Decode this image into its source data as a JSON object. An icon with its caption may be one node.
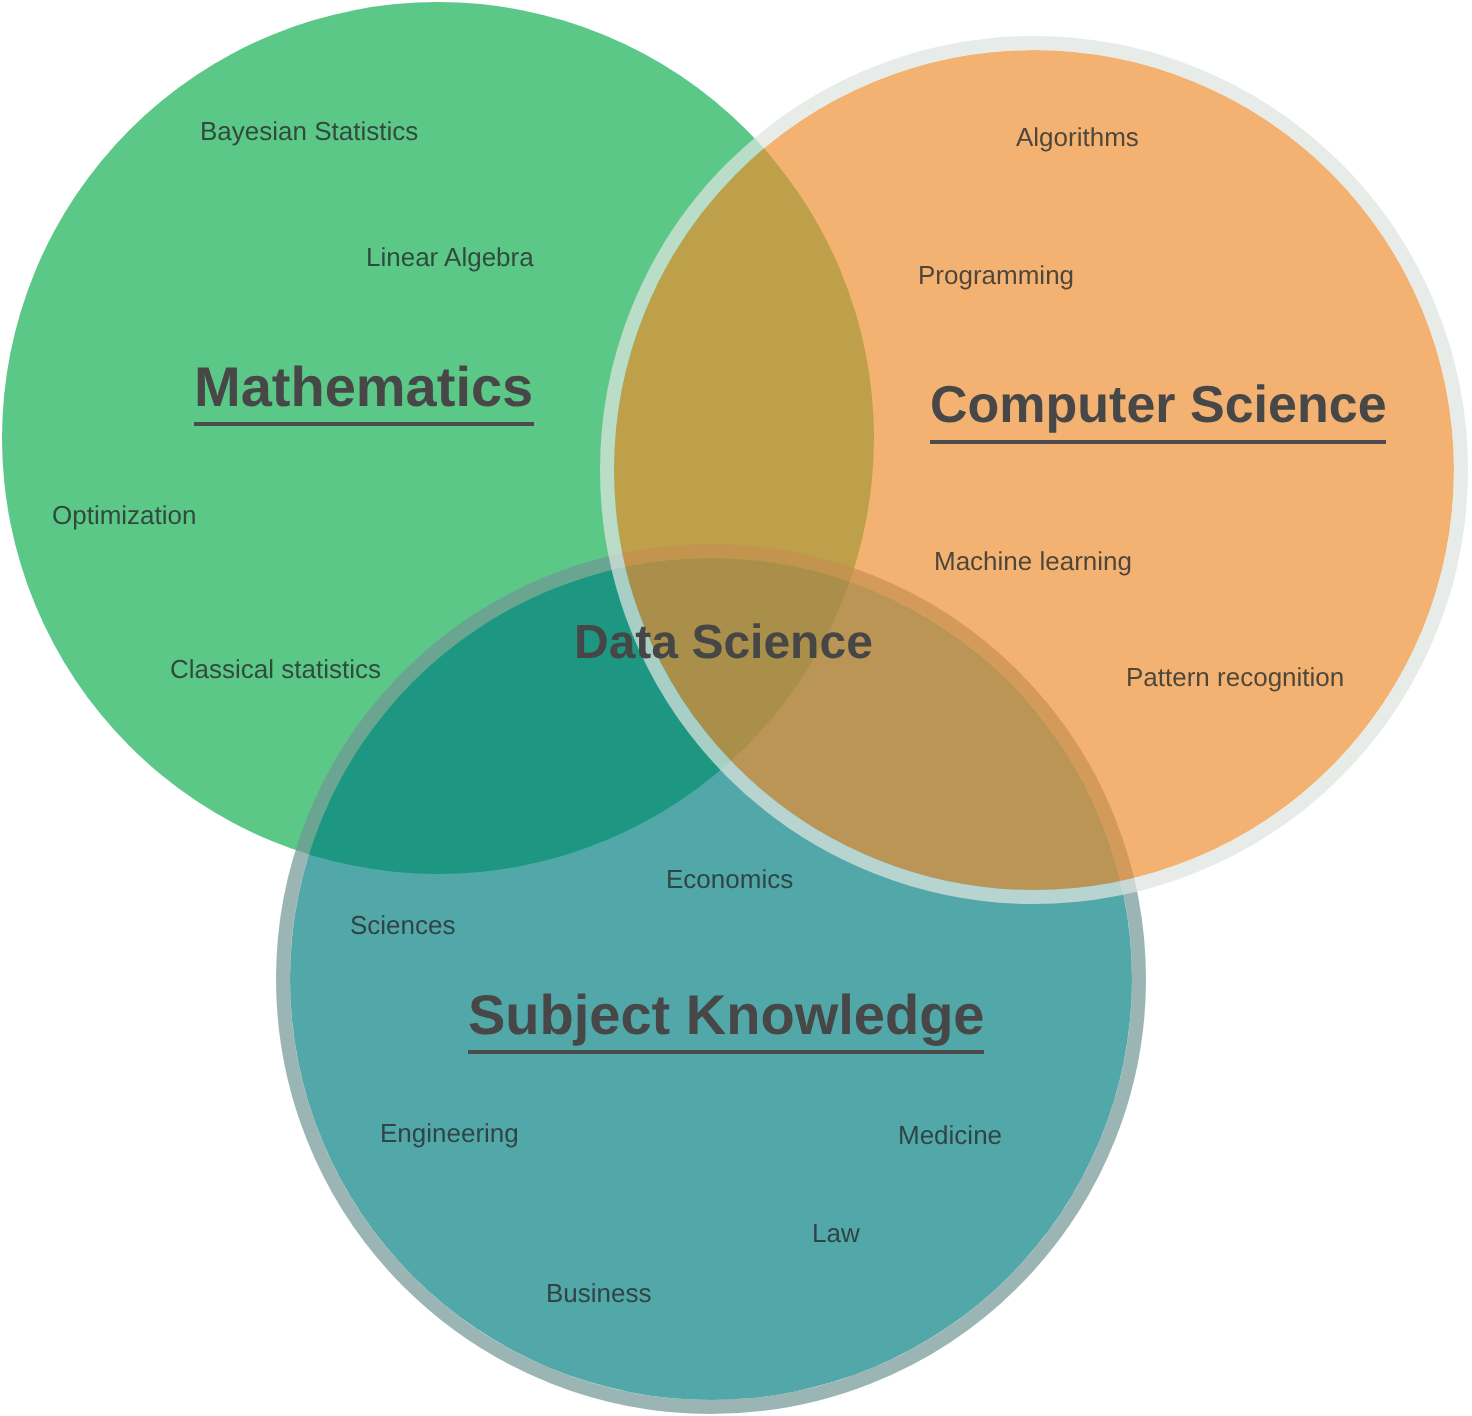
{
  "diagram": {
    "nodes": [
      {
        "text": [
          "Bayesian Statistics",
          "Linear Algebra",
          "Mathematics",
          "Optimization",
          "Classical statistics"
        ]
      },
      {
        "text": [
          "Algorithms",
          "Programming",
          "Computer Science",
          "Machine learning",
          "Pattern recognition"
        ]
      },
      {
        "text": [
          "Economics",
          "Sciences",
          "Subject Knowledge",
          "Engineering",
          "Medicine",
          "Law",
          "Business"
        ]
      }
    ],
    "labels": [
      "Data Science"
    ]
  }
}
